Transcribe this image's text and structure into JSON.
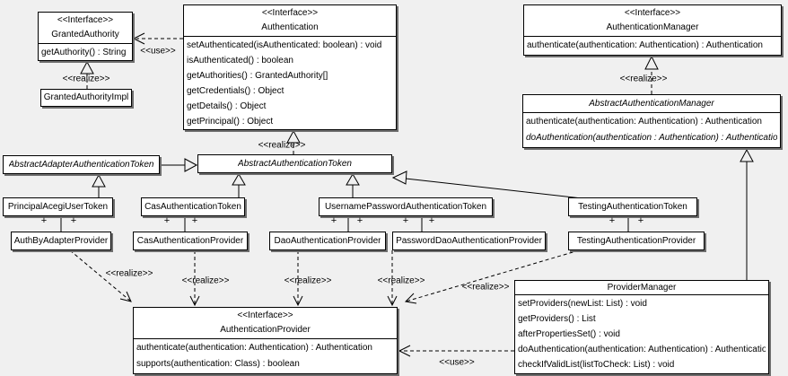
{
  "colors": {
    "background": "#f0f0f0",
    "box_fill": "#ffffff",
    "line": "#000000",
    "shadow": "#6e6e6e"
  },
  "labels": {
    "use": "<<use>>",
    "realize": "<<realize>>",
    "plus": "+"
  },
  "classes": {
    "granted_authority": {
      "stereotype": "<<Interface>>",
      "name": "GrantedAuthority",
      "methods": [
        "getAuthority() : String"
      ]
    },
    "granted_authority_impl": {
      "name": "GrantedAuthorityImpl"
    },
    "authentication": {
      "stereotype": "<<Interface>>",
      "name": "Authentication",
      "methods": [
        "setAuthenticated(isAuthenticated: boolean) : void",
        "isAuthenticated() : boolean",
        "getAuthorities() : GrantedAuthority[]",
        "getCredentials() : Object",
        "getDetails() : Object",
        "getPrincipal() : Object"
      ]
    },
    "authentication_manager": {
      "stereotype": "<<Interface>>",
      "name": "AuthenticationManager",
      "methods": [
        "authenticate(authentication: Authentication) : Authentication"
      ]
    },
    "abstract_authentication_manager": {
      "name": "AbstractAuthenticationManager",
      "methods": [
        "authenticate(authentication: Authentication) : Authentication",
        "doAuthentication(authentication : Authentication) : Authentication"
      ]
    },
    "abstract_adapter_authentication_token": {
      "name": "AbstractAdapterAuthenticationToken"
    },
    "abstract_authentication_token": {
      "name": "AbstractAuthenticationToken"
    },
    "principal_acegi_user_token": {
      "name": "PrincipalAcegiUserToken"
    },
    "cas_authentication_token": {
      "name": "CasAuthenticationToken"
    },
    "username_password_authentication_token": {
      "name": "UsernamePasswordAuthenticationToken"
    },
    "testing_authentication_token": {
      "name": "TestingAuthenticationToken"
    },
    "auth_by_adapter_provider": {
      "name": "AuthByAdapterProvider"
    },
    "cas_authentication_provider": {
      "name": "CasAuthenticationProvider"
    },
    "dao_authentication_provider": {
      "name": "DaoAuthenticationProvider"
    },
    "password_dao_authentication_provider": {
      "name": "PasswordDaoAuthenticationProvider"
    },
    "testing_authentication_provider": {
      "name": "TestingAuthenticationProvider"
    },
    "authentication_provider": {
      "stereotype": "<<Interface>>",
      "name": "AuthenticationProvider",
      "methods": [
        "authenticate(authentication: Authentication) : Authentication",
        "supports(authentication: Class) : boolean"
      ]
    },
    "provider_manager": {
      "name": "ProviderManager",
      "methods": [
        "setProviders(newList: List) : void",
        "getProviders() : List",
        "afterPropertiesSet() : void",
        "doAuthentication(authentication: Authentication) : Authentication",
        "checkIfValidList(listToCheck: List) : void"
      ]
    }
  }
}
